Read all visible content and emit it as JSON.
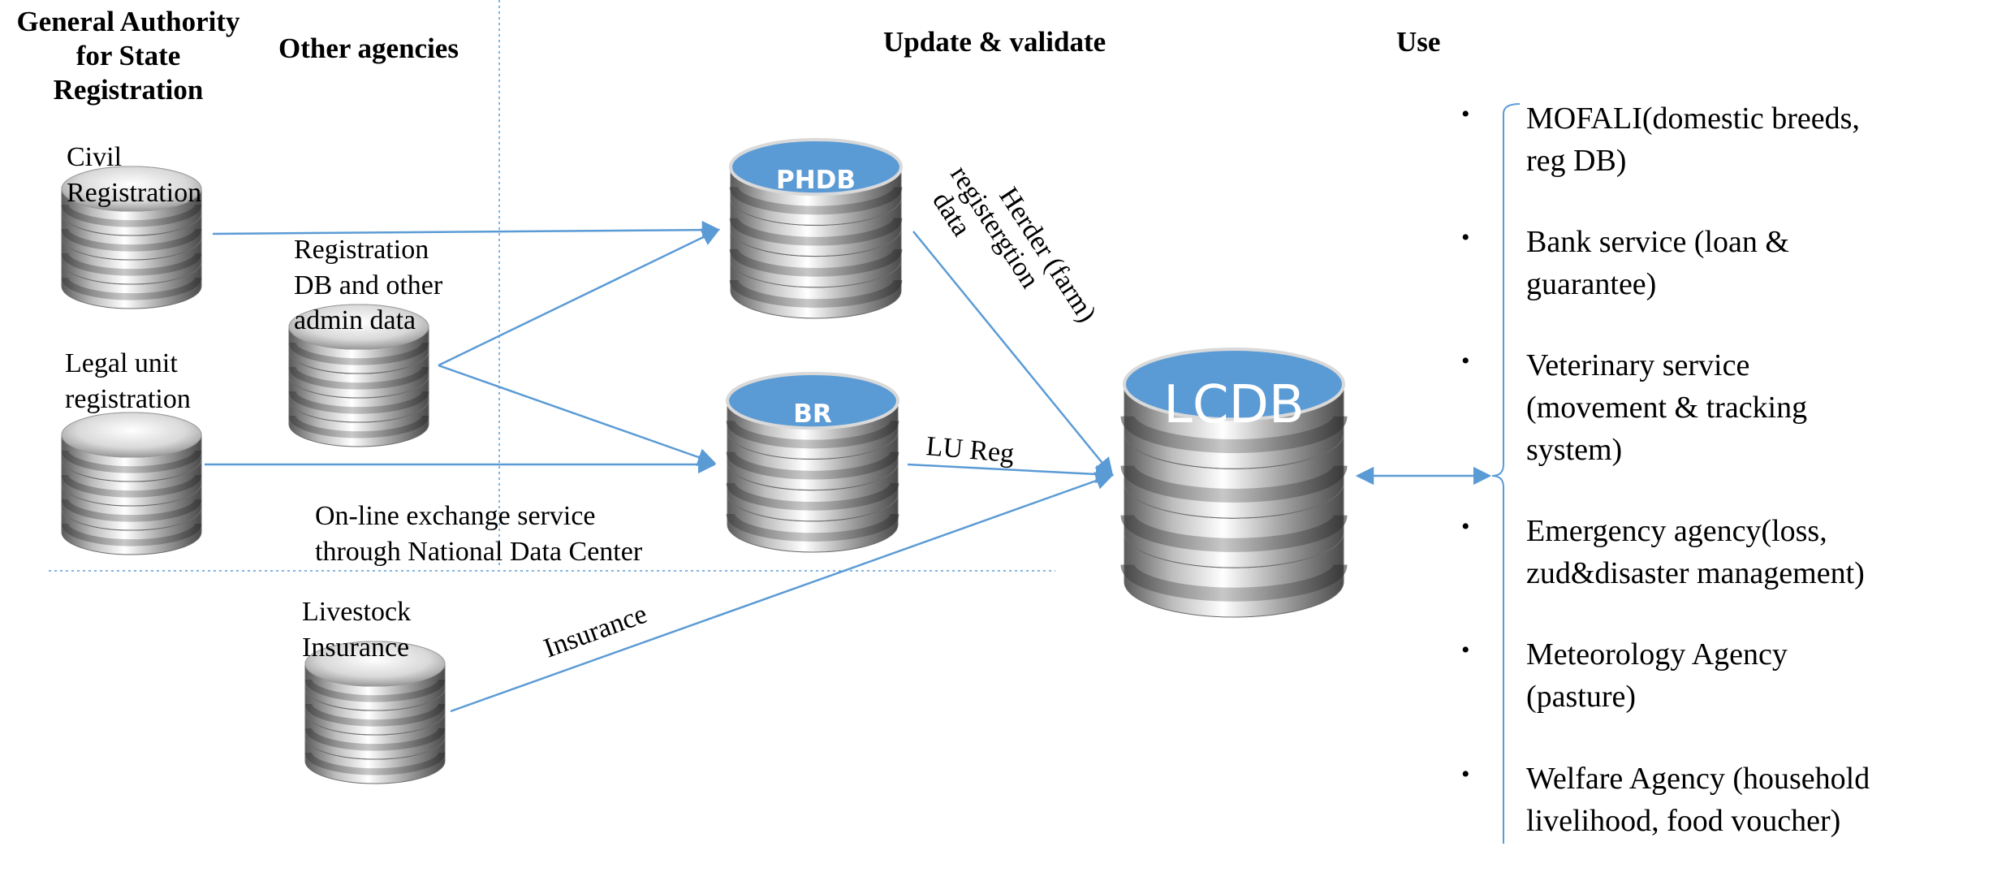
{
  "headers": {
    "gasr": [
      "General Authority",
      "for State",
      "Registration"
    ],
    "other_agencies": "Other agencies",
    "update_validate": "Update & validate",
    "use": "Use"
  },
  "sources": {
    "civil": [
      "Civil",
      "Registration"
    ],
    "legal": [
      "Legal unit",
      "registration"
    ],
    "registration_db": [
      "Registration",
      "DB and other",
      "admin data"
    ],
    "livestock": [
      "Livestock",
      "Insurance"
    ]
  },
  "online_exchange": [
    "On-line exchange service",
    "through National Data Center"
  ],
  "databases": {
    "phdb": "PHDB",
    "br": "BR",
    "lcdb": "LCDB"
  },
  "edge_labels": {
    "herder": [
      "Herder (farm)",
      "registergtion",
      "data"
    ],
    "lu_reg": "LU Reg",
    "insurance": "Insurance"
  },
  "uses": [
    {
      "lines": [
        "MOFALI(domestic breeds,",
        "reg DB)"
      ]
    },
    {
      "lines": [
        "Bank service (loan &",
        "guarantee)"
      ]
    },
    {
      "lines": [
        "Veterinary service",
        "(movement & tracking",
        "system)"
      ]
    },
    {
      "lines": [
        "Emergency agency(loss,",
        "zud&disaster management)"
      ]
    },
    {
      "lines": [
        "Meteorology Agency",
        "(pasture)"
      ]
    },
    {
      "lines": [
        "Welfare Agency (household",
        "livelihood, food voucher)"
      ]
    }
  ],
  "bullet": "•",
  "colors": {
    "arrow": "#5b9bd5",
    "db_top_blue": "#5b9bd5",
    "db_silver_light": "#f2f2f2",
    "db_silver_dark": "#6e6e6e",
    "divider": "#5b9bd5"
  }
}
